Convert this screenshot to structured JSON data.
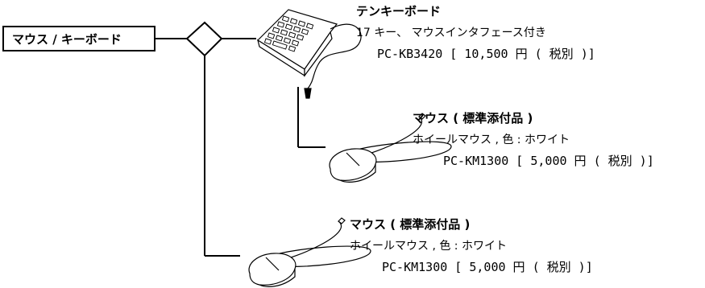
{
  "category": {
    "label": "マウス / キーボード"
  },
  "items": [
    {
      "name": "テンキーボード",
      "description": "17 キー、 マウスインタフェース付き",
      "model": "PC-KB3420 [ 10,500 円 ( 税別 )]"
    },
    {
      "name": "マウス ( 標準添付品 )",
      "description": "ホイールマウス , 色 : ホワイト",
      "model": "PC-KM1300 [ 5,000 円 ( 税別 )]"
    },
    {
      "name": "マウス ( 標準添付品 )",
      "description": "ホイールマウス , 色 : ホワイト",
      "model": "PC-KM1300 [ 5,000 円 ( 税別 )]"
    }
  ]
}
